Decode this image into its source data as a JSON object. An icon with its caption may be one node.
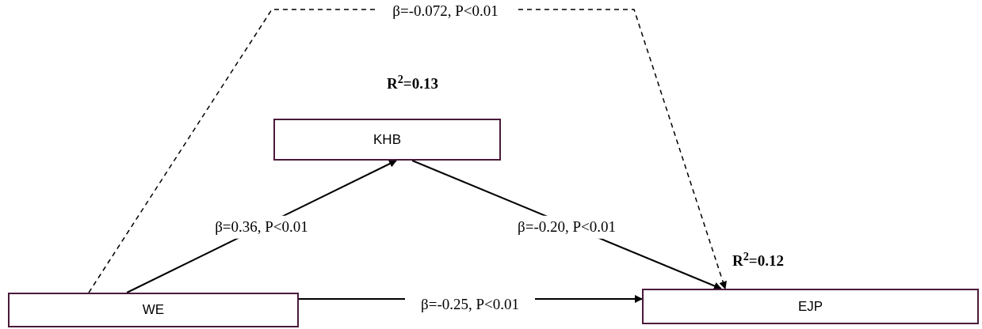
{
  "diagram": {
    "nodes": [
      {
        "text": [
          "KHB"
        ],
        "beside": [
          "R$^{2}$=0.13"
        ]
      },
      {
        "text": [
          "WE"
        ]
      },
      {
        "text": [
          "EJP"
        ],
        "beside": [
          "R$^{2}$=0.12"
        ]
      }
    ],
    "edges": [
      {
        "from": 1,
        "to": 0,
        "arrow": "to",
        "label": "β=0.36, P<0.01"
      },
      {
        "from": 0,
        "to": 2,
        "arrow": "to",
        "label": "β=-0.20, P<0.01"
      },
      {
        "from": 1,
        "to": 2,
        "arrow": "to",
        "label": "β=-0.25, P<0.01"
      },
      {
        "from": 1,
        "to": 2,
        "arrow": "to",
        "style": "dashed",
        "label": "β=-0.072, P<0.01"
      }
    ]
  }
}
